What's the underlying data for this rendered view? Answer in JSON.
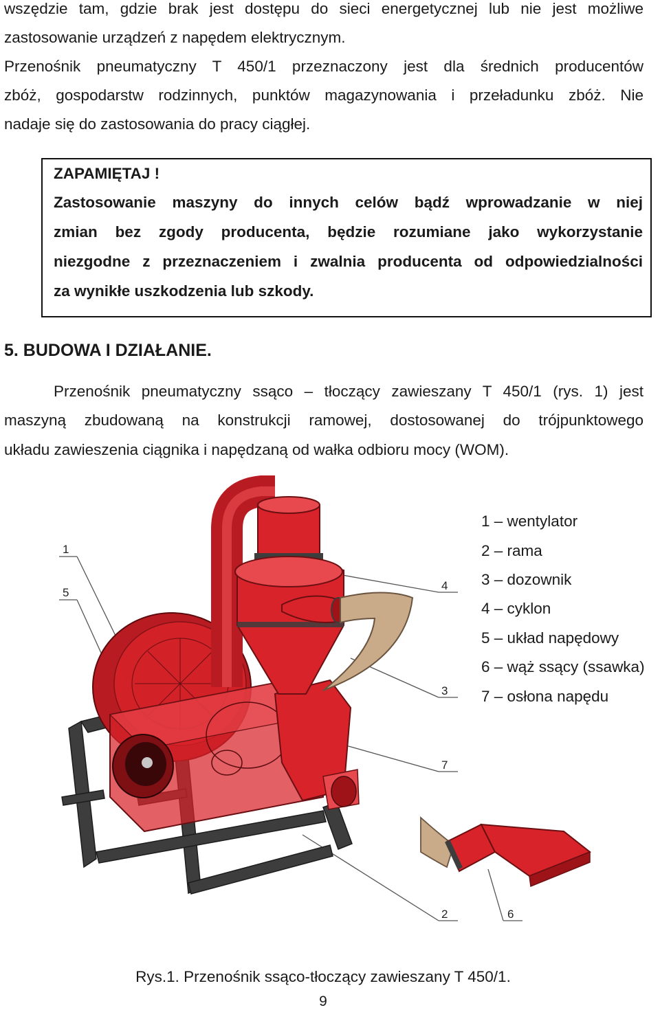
{
  "intro": {
    "lines": [
      "wszędzie tam, gdzie brak jest dostępu do sieci energetycznej lub nie jest możliwe",
      "zastosowanie urządzeń z napędem elektrycznym.",
      "Przenośnik pneumatyczny T 450/1 przeznaczony jest dla średnich producentów",
      "zbóż, gospodarstw rodzinnych, punktów magazynowania i przeładunku zbóż. Nie",
      "nadaje się do zastosowania do pracy ciągłej."
    ]
  },
  "notice": {
    "title": "ZAPAMIĘTAJ !",
    "lines": [
      "Zastosowanie maszyny do innych celów bądź wprowadzanie w niej",
      "zmian bez zgody producenta, będzie rozumiane jako wykorzystanie",
      "niezgodne z przeznaczeniem i zwalnia producenta od odpowiedzialności",
      "za wynikłe uszkodzenia lub szkody."
    ]
  },
  "section": {
    "heading": "5. BUDOWA I DZIAŁANIE.",
    "lines": [
      "Przenośnik pneumatyczny ssąco – tłoczący zawieszany T 450/1 (rys. 1) jest",
      "maszyną zbudowaną na konstrukcji ramowej, dostosowanej do trójpunktowego",
      "układu zawieszenia ciągnika i napędzaną od wałka odbioru mocy (WOM)."
    ]
  },
  "figure": {
    "callouts": [
      "1",
      "5",
      "4",
      "3",
      "7",
      "2",
      "6"
    ],
    "legend": [
      "1 – wentylator",
      "2 – rama",
      "3 – dozownik",
      "4 – cyklon",
      "5 – układ napędowy",
      "6 – wąż ssący (ssawka)",
      "7 – osłona napędu"
    ],
    "caption": "Rys.1. Przenośnik ssąco-tłoczący zawieszany T 450/1.",
    "colors": {
      "machine_red": "#d8232a",
      "machine_dark_red": "#9e1318",
      "frame_gray": "#3a3a3a",
      "hose_tan": "#c9ab8a"
    }
  },
  "page_number": "9"
}
